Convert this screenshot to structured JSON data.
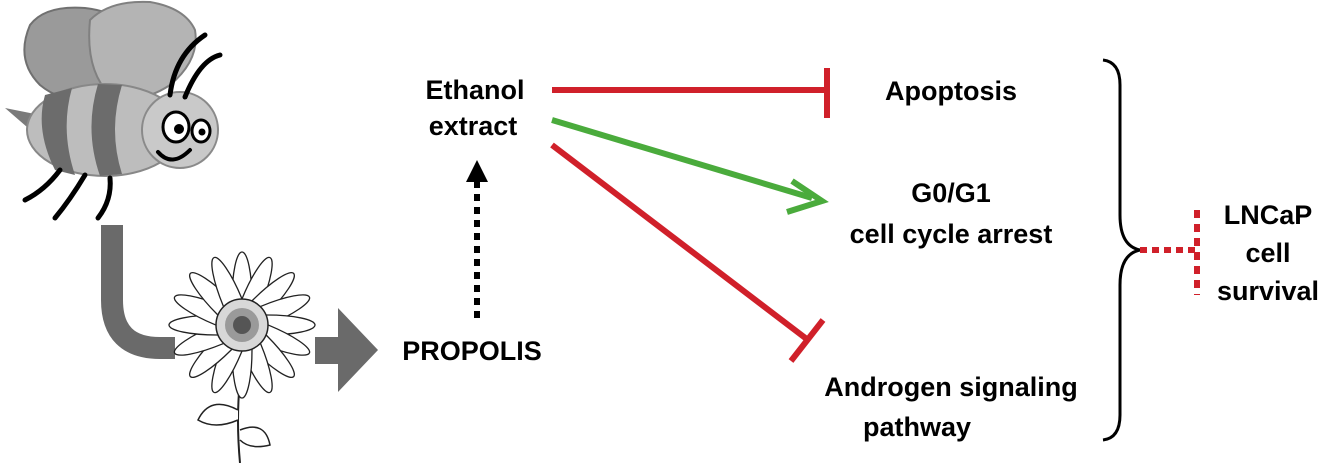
{
  "labels": {
    "ethanol_line1": "Ethanol",
    "ethanol_line2": "extract",
    "propolis": "PROPOLIS",
    "apoptosis": "Apoptosis",
    "g0g1_line1": "G0/G1",
    "g0g1_line2": "cell cycle arrest",
    "androgen_line1": "Androgen signaling",
    "androgen_line2": "pathway",
    "lncap_line1": "LNCaP",
    "lncap_line2": "cell",
    "lncap_line3": "survival"
  },
  "colors": {
    "inhibit": "#d0202a",
    "activate": "#4aab3c",
    "arrow_gray": "#6a6a6a",
    "text": "#000000"
  },
  "icons": {
    "bee": "bee-icon",
    "flower": "daisy-flower-icon"
  }
}
